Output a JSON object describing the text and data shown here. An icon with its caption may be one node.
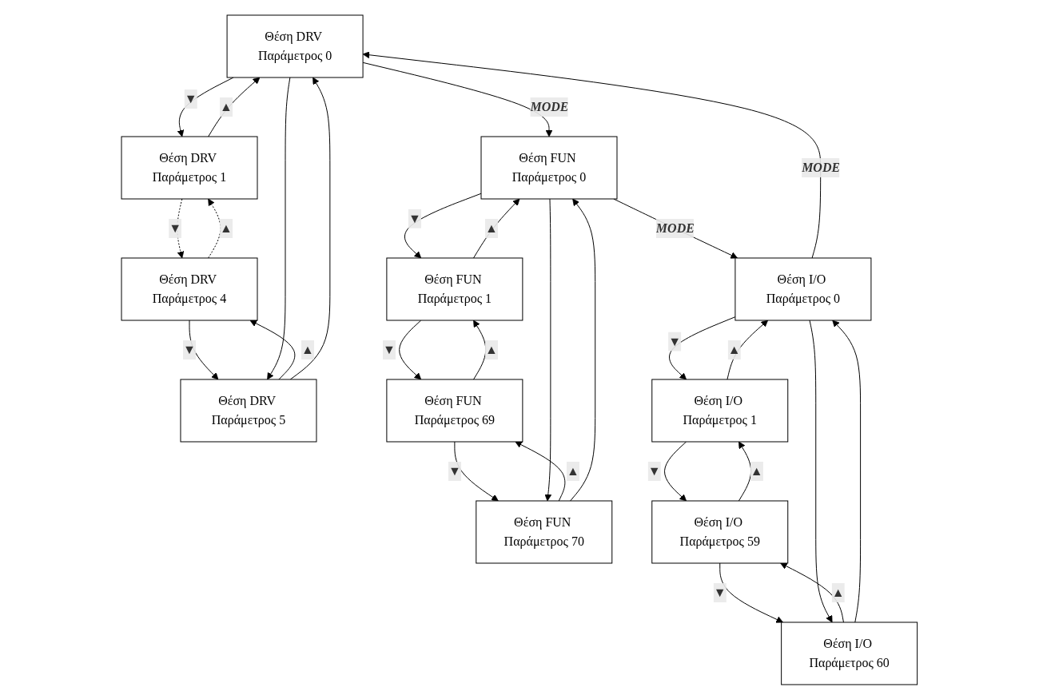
{
  "diagram": {
    "nodes": [
      {
        "text": [
          "Θέση DRV Παράμετρος 0"
        ]
      },
      {
        "text": [
          "Θέση DRV Παράμετρος 1"
        ]
      },
      {
        "text": [
          "Θέση DRV Παράμετρος 4"
        ]
      },
      {
        "text": [
          "Θέση DRV Παράμετρος 5"
        ]
      },
      {
        "text": [
          "Θέση FUN Παράμετρος 0"
        ]
      },
      {
        "text": [
          "Θέση FUN Παράμετρος 1"
        ]
      },
      {
        "text": [
          "Θέση FUN Παράμετρος 69"
        ]
      },
      {
        "text": [
          "Θέση FUN Παράμετρος 70"
        ]
      },
      {
        "text": [
          "Θέση I/O Παράμετρος 0"
        ]
      },
      {
        "text": [
          "Θέση I/O Παράμετρος 1"
        ]
      },
      {
        "text": [
          "Θέση I/O Παράμετρος 59"
        ]
      },
      {
        "text": [
          "Θέση I/O Παράμετρος 60"
        ]
      }
    ],
    "edges": [
      {
        "from": 0,
        "to": 1,
        "arrow": "to",
        "label": "▼"
      },
      {
        "from": 1,
        "to": 0,
        "arrow": "to",
        "label": "▲"
      },
      {
        "from": 1,
        "to": 2,
        "arrow": "to",
        "label": "▼",
        "style": "dashed"
      },
      {
        "from": 2,
        "to": 1,
        "arrow": "to",
        "label": "▲",
        "style": "dashed"
      },
      {
        "from": 2,
        "to": 3,
        "arrow": "to",
        "label": "▼"
      },
      {
        "from": 3,
        "to": 2,
        "arrow": "to",
        "label": "▲"
      },
      {
        "from": 0,
        "to": 3,
        "arrow": "to"
      },
      {
        "from": 3,
        "to": 0,
        "arrow": "to"
      },
      {
        "from": 4,
        "to": 5,
        "arrow": "to",
        "label": "▼"
      },
      {
        "from": 5,
        "to": 4,
        "arrow": "to",
        "label": "▲"
      },
      {
        "from": 5,
        "to": 6,
        "arrow": "to",
        "label": "▼"
      },
      {
        "from": 6,
        "to": 5,
        "arrow": "to",
        "label": "▲"
      },
      {
        "from": 6,
        "to": 7,
        "arrow": "to",
        "label": "▼"
      },
      {
        "from": 7,
        "to": 6,
        "arrow": "to",
        "label": "▲"
      },
      {
        "from": 4,
        "to": 7,
        "arrow": "to"
      },
      {
        "from": 7,
        "to": 4,
        "arrow": "to"
      },
      {
        "from": 8,
        "to": 9,
        "arrow": "to",
        "label": "▼"
      },
      {
        "from": 9,
        "to": 8,
        "arrow": "to",
        "label": "▲"
      },
      {
        "from": 9,
        "to": 10,
        "arrow": "to",
        "label": "▼"
      },
      {
        "from": 10,
        "to": 9,
        "arrow": "to",
        "label": "▲"
      },
      {
        "from": 10,
        "to": 11,
        "arrow": "to",
        "label": "▼"
      },
      {
        "from": 11,
        "to": 10,
        "arrow": "to",
        "label": "▲"
      },
      {
        "from": 8,
        "to": 11,
        "arrow": "to"
      },
      {
        "from": 11,
        "to": 8,
        "arrow": "to"
      },
      {
        "from": 0,
        "to": 4,
        "arrow": "to",
        "label": "MODE"
      },
      {
        "from": 4,
        "to": 8,
        "arrow": "to",
        "label": "MODE"
      },
      {
        "from": 8,
        "to": 0,
        "arrow": "to",
        "label": "MODE"
      }
    ]
  }
}
